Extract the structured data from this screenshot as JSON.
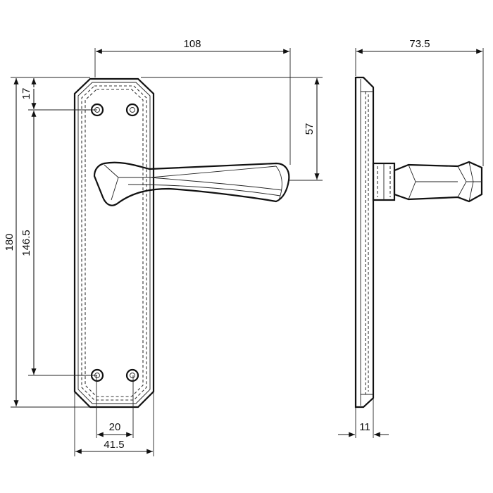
{
  "dimensions": {
    "overall_width": "108",
    "depth": "73.5",
    "top_to_hole": "17",
    "plate_height": "180",
    "hole_spacing": "146.5",
    "lever_height": "57",
    "hole_pitch": "20",
    "plate_width": "41.5",
    "plate_thickness": "11"
  }
}
